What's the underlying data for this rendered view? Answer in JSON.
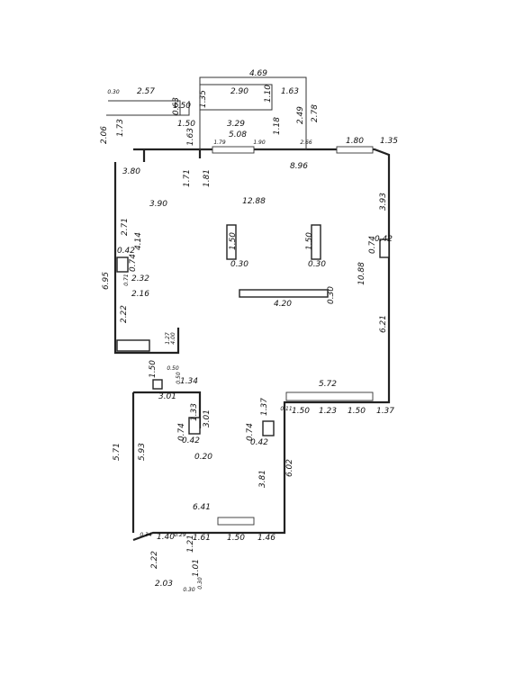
{
  "dimensions": [
    "4.69",
    "0.30",
    "2.57",
    "1.35",
    "0.63",
    "2.90",
    "1.63",
    "1.10",
    "1.50",
    "2.49",
    "2.78",
    "2.06",
    "1.50",
    "3.29",
    "1.63",
    "1.73",
    "1.18",
    "5.08",
    "1.79",
    "1.90",
    "2.66",
    "1.80",
    "1.35",
    "8.96",
    "3.80",
    "1.71",
    "1.81",
    "12.88",
    "3.93",
    "3.90",
    "2.71",
    "4.14",
    "1.50",
    "1.50",
    "0.42",
    "0.74",
    "0.42",
    "0.74",
    "0.30",
    "0.30",
    "10.88",
    "6.95",
    "0.71",
    "2.32",
    "2.16",
    "4.20",
    "0.30",
    "6.21",
    "2.22",
    "1.27",
    "4.00",
    "1.50",
    "0.50",
    "0.50",
    "1.34",
    "3.01",
    "1.37",
    "5.72",
    "0.11",
    "1.50",
    "1.23",
    "1.50",
    "1.37",
    "1.33",
    "3.01",
    "0.74",
    "0.42",
    "0.74",
    "0.42",
    "5.71",
    "5.93",
    "0.20",
    "3.81",
    "6.02",
    "6.41",
    "0.34",
    "1.40",
    "0.29",
    "1.61",
    "1.50",
    "1.46",
    "1.21",
    "2.22",
    "1.01",
    "0.30",
    "2.03",
    "0.30"
  ]
}
